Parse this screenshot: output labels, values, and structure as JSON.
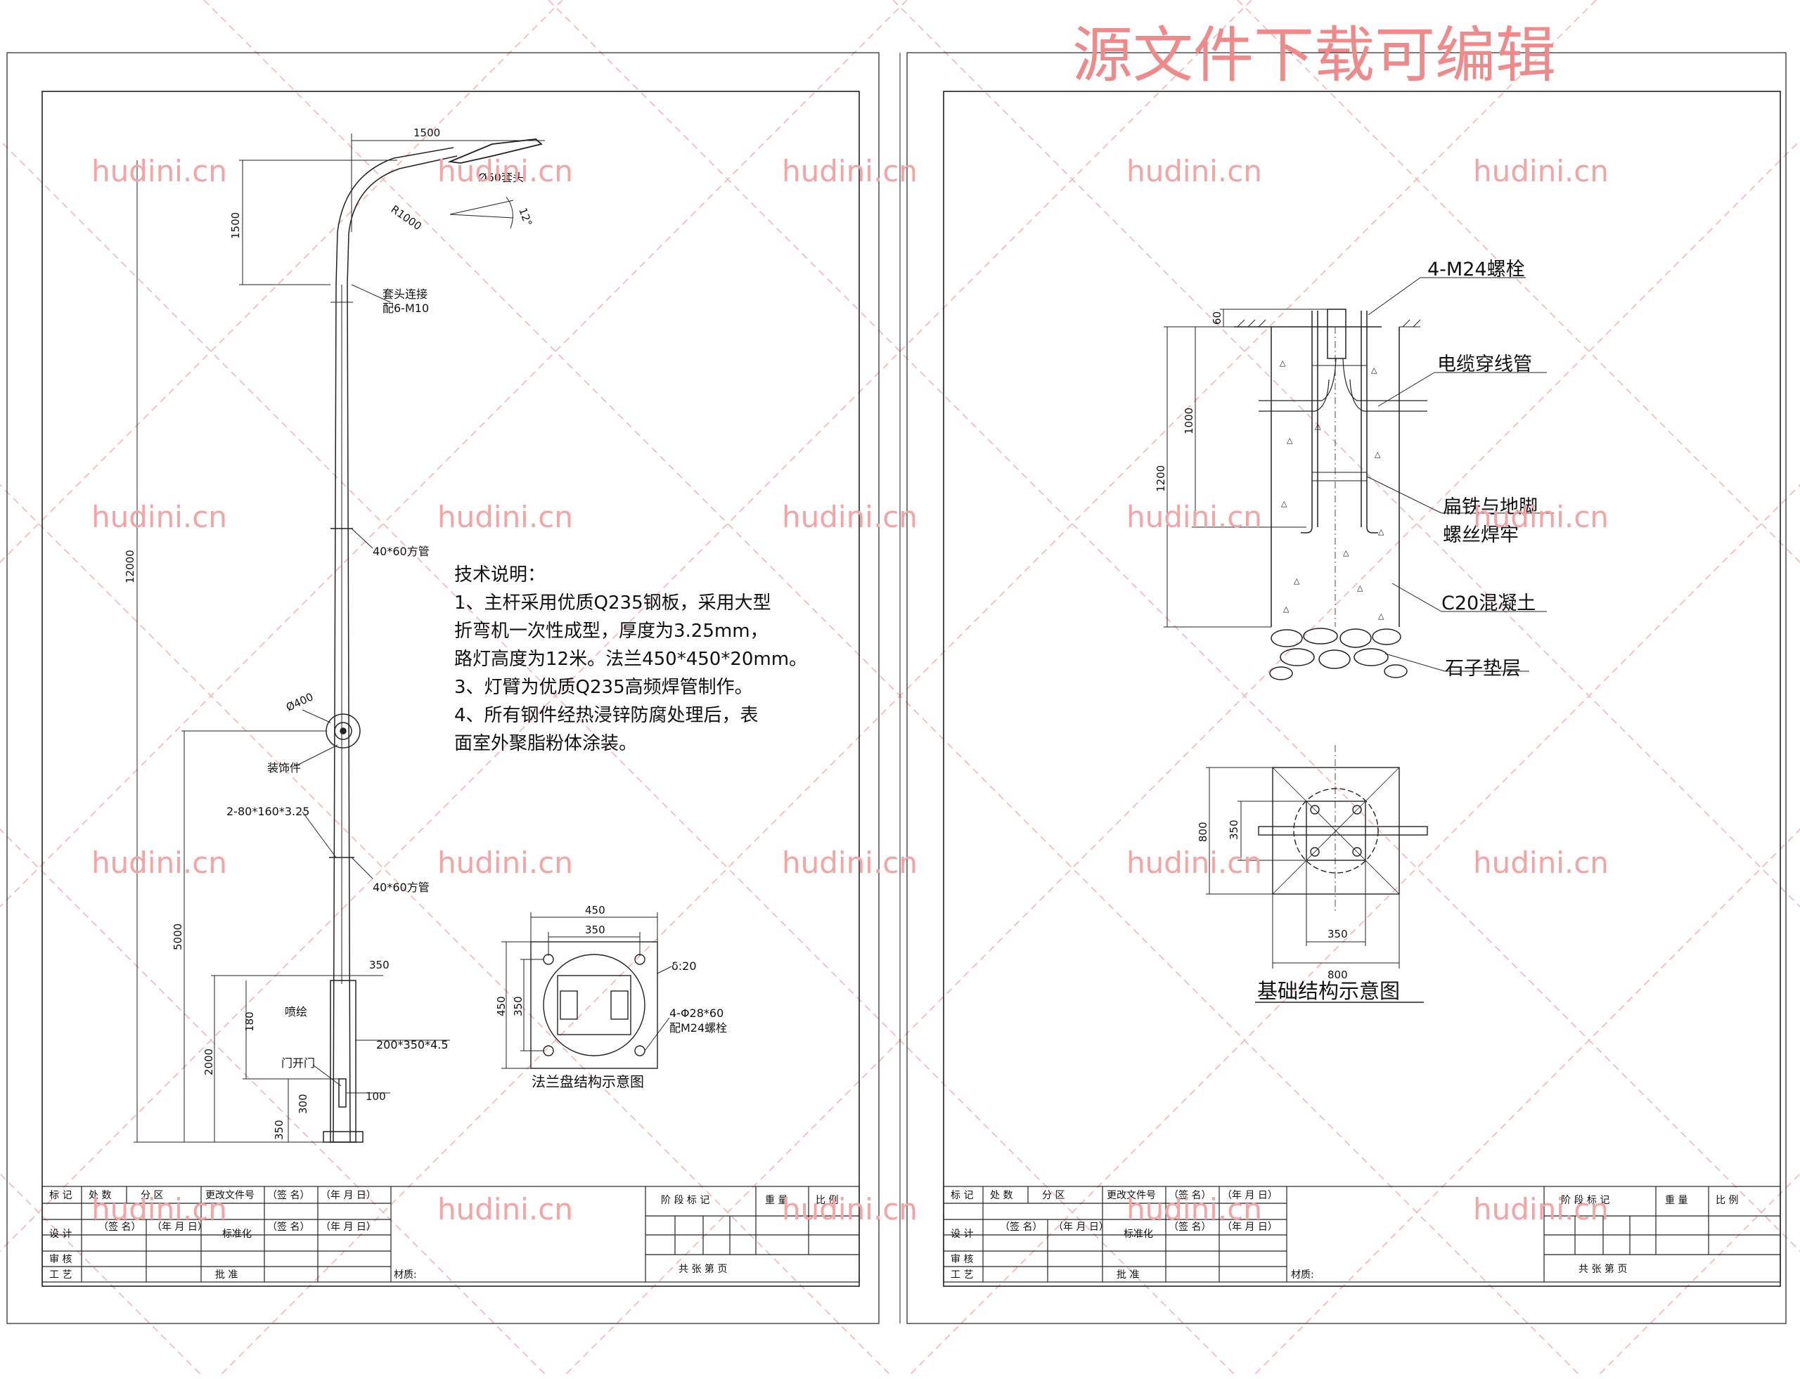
{
  "watermark": {
    "banner": "源文件下载可编辑",
    "text": "hudini.cn"
  },
  "left": {
    "pole": {
      "arm_length": "1500",
      "arm_rise": "1500",
      "lamp_sleeve": "Ø60套头",
      "bend_radius": "R1000",
      "tilt_angle": "12°",
      "sleeve_joint_1": "套头连接",
      "sleeve_joint_2": "配6-M10",
      "total_height": "12000",
      "square_tube_upper": "40*60方管",
      "square_tube_lower": "40*60方管",
      "decor_diameter": "Ø400",
      "decor_label": "装饰件",
      "plate_spec": "2-80*160*3.25",
      "height_5000": "5000",
      "height_2000": "2000",
      "height_180": "180",
      "height_350": "350",
      "door_height": "300",
      "top_width_350": "350",
      "spray_label": "喷绘",
      "base_spec": "200*350*4.5",
      "door_label": "门开门",
      "door_offset": "100"
    },
    "tech_notes": {
      "title": "技术说明：",
      "lines": [
        "1、主杆采用优质Q235钢板，采用大型",
        "折弯机一次性成型，厚度为3.25mm，",
        "路灯高度为12米。法兰450*450*20mm。",
        "3、灯臂为优质Q235高频焊管制作。",
        "4、所有钢件经热浸锌防腐处理后，表",
        "面室外聚脂粉体涂装。"
      ]
    },
    "flange": {
      "outer_width": "450",
      "inner_width": "350",
      "outer_height": "450",
      "inner_height": "350",
      "thickness": "δ:20",
      "holes_1": "4-Φ28*60",
      "holes_2": "配M24螺栓",
      "caption": "法兰盘结构示意图"
    }
  },
  "right": {
    "foundation": {
      "bolt_label": "4-M24螺栓",
      "cable_label": "电缆穿线管",
      "weld_label_1": "扁铁与地脚",
      "weld_label_2": "螺丝焊牢",
      "concrete_label": "C20混凝土",
      "gravel_label": "石子垫层",
      "dim_60": "60",
      "dim_1000": "1000",
      "dim_1200": "1200"
    },
    "plan": {
      "dim_800_side": "800",
      "dim_350_side": "350",
      "dim_350_bottom": "350",
      "dim_800_bottom": "800",
      "caption": "基础结构示意图"
    }
  },
  "title_block": {
    "row1": [
      "标 记",
      "处 数",
      "分 区",
      "更改文件号",
      "（签 名）",
      "（年 月 日）"
    ],
    "row2": [
      "设 计",
      "（签 名）",
      "（年 月 日）",
      "标准化",
      "（签 名）",
      "（年 月 日）"
    ],
    "row3": [
      "审 核"
    ],
    "row4": [
      "工 艺",
      "批 准"
    ],
    "material": "材质:",
    "stage_mark": "阶 段 标 记",
    "weight": "重 量",
    "scale": "比 例",
    "sheets": "共    张    第    页"
  }
}
